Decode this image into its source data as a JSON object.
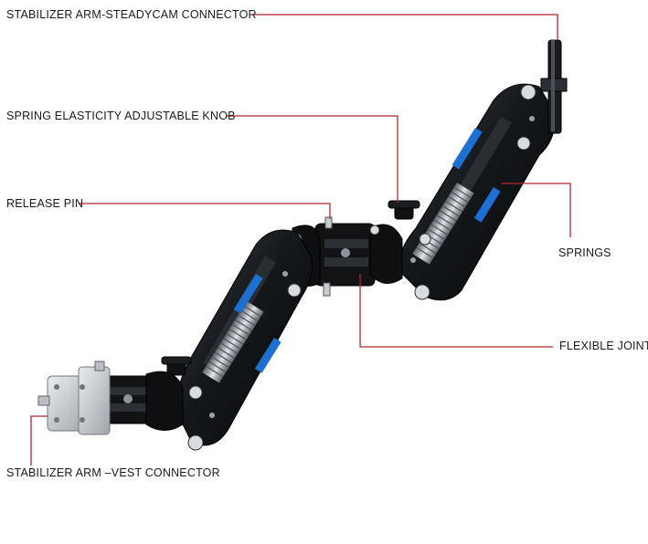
{
  "labels": {
    "steadycam_connector": "STABILIZER ARM-STEADYCAM CONNECTOR",
    "spring_knob": "SPRING ELASTICITY ADJUSTABLE KNOB",
    "release_pin": "RELEASE PIN",
    "springs": "SPRINGS",
    "flexible_joint": "FLEXIBLE JOINT",
    "vest_connector": "STABILIZER ARM –VEST CONNECTOR"
  },
  "colors": {
    "leader_line": "#b3262e",
    "arm_body": "#121416",
    "arm_highlight": "#3a3f45",
    "spring": "#9aa1a8",
    "accent_blue": "#1d6fd1",
    "plate": "#c9cdd1"
  }
}
